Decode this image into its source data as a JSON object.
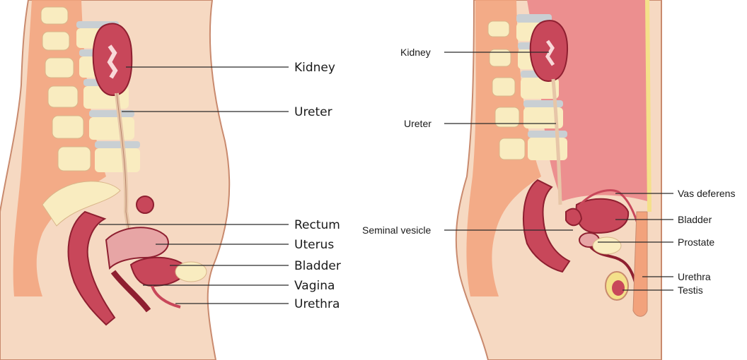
{
  "female": {
    "labels": {
      "kidney": "Kidney",
      "ureter": "Ureter",
      "rectum": "Rectum",
      "uterus": "Uterus",
      "bladder": "Bladder",
      "vagina": "Vagina",
      "urethra": "Urethra"
    }
  },
  "male": {
    "labels": {
      "kidney": "Kidney",
      "ureter": "Ureter",
      "vas_deferens": "Vas deferens",
      "bladder": "Bladder",
      "seminal_vesicle": "Seminal vesicle",
      "prostate": "Prostate",
      "urethra": "Urethra",
      "testis": "Testis"
    }
  },
  "colors": {
    "skin": "#f6d9c2",
    "muscle": "#f2a27c",
    "bone": "#f9ecc0",
    "disc": "#c9cfd3",
    "organ": "#c8475a",
    "organ_dark": "#8e1f30",
    "abdomen": "#ec8f8f"
  }
}
